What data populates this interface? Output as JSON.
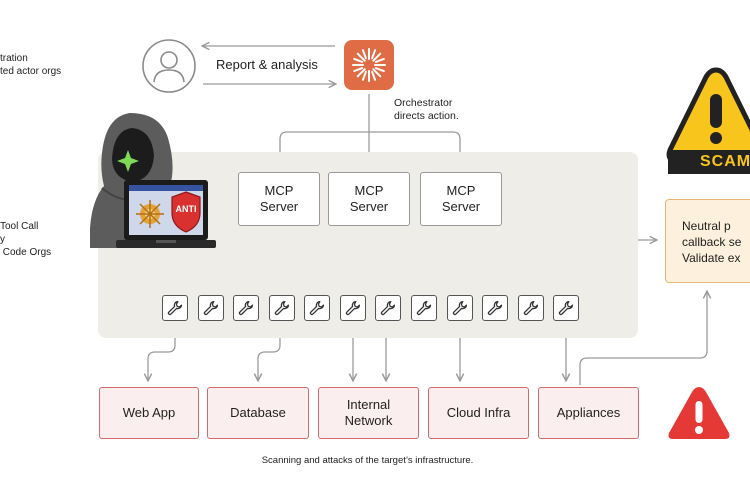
{
  "left_notes": {
    "orchestration": "tration\nted actor orgs",
    "tool_call": "Tool Call\ny\n Code Orgs"
  },
  "report_label": "Report & analysis",
  "orchestrator_note": "Orchestrator\ndirects action.",
  "laptop_badge": "ANTI",
  "scam_label": "SCAM",
  "mcp_servers": [
    {
      "label": "MCP\nServer"
    },
    {
      "label": "MCP\nServer"
    },
    {
      "label": "MCP\nServer"
    }
  ],
  "callback_box": "Neutral p\ncallback se\nValidate ex",
  "targets": [
    {
      "label": "Web App"
    },
    {
      "label": "Database"
    },
    {
      "label": "Internal\nNetwork"
    },
    {
      "label": "Cloud Infra"
    },
    {
      "label": "Appliances"
    }
  ],
  "caption": "Scanning and attacks of the target’s infrastructure.",
  "colors": {
    "orchestrator": "#e06c45",
    "target_border": "#d46a6a",
    "target_fill": "#fbeeee",
    "callback_fill": "#fdf1de",
    "callback_border": "#e6b673",
    "panel": "#efede7",
    "warning_red": "#e53935",
    "scam_yellow": "#f7c51b"
  }
}
